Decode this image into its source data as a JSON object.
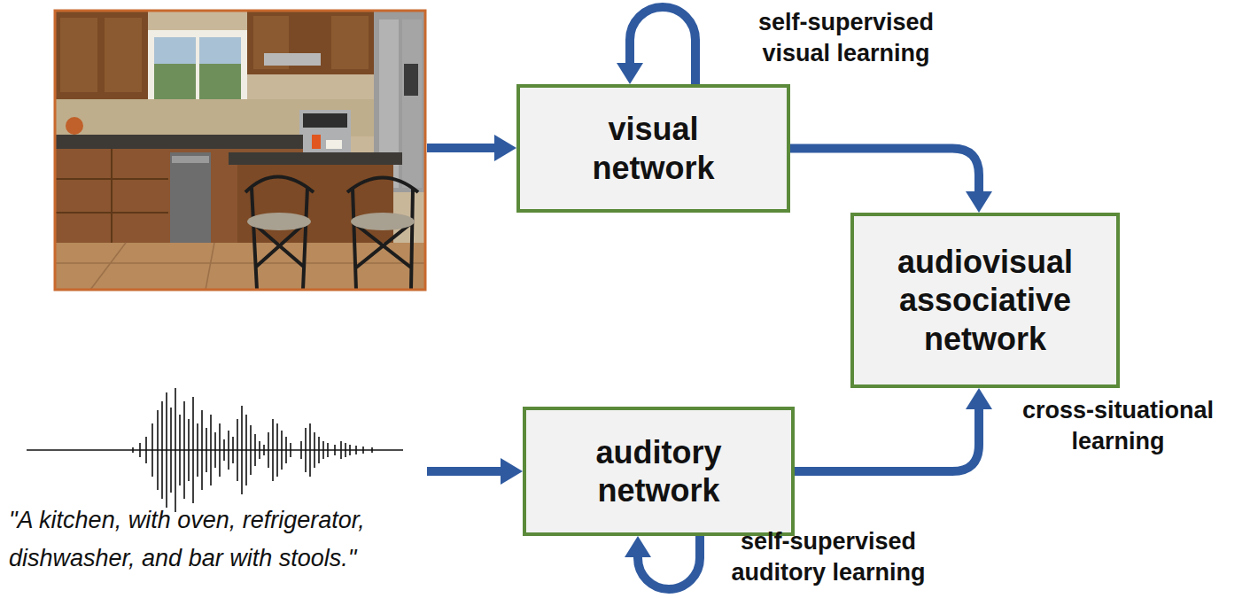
{
  "diagram": {
    "nodes": [
      {
        "text": [
          "visual network"
        ]
      },
      {
        "text": [
          "audiovisual associative network"
        ]
      },
      {
        "text": [
          "auditory network"
        ]
      }
    ],
    "edges": [
      {
        "from": 0,
        "to": 0,
        "label": "self-supervised visual learning",
        "arrow": "to"
      },
      {
        "from": 0,
        "to": 1,
        "arrow": "to"
      },
      {
        "from": 2,
        "to": 1,
        "label": "cross-situational learning",
        "arrow": "to"
      },
      {
        "from": 2,
        "to": 2,
        "label": "self-supervised auditory learning",
        "arrow": "to"
      }
    ],
    "labels": [
      "\"A kitchen, with oven, refrigerator, dishwasher, and bar with stools.\""
    ]
  }
}
